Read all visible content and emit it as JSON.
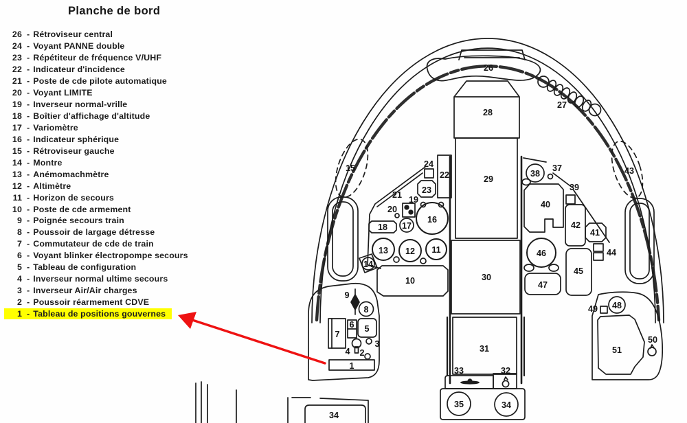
{
  "page": {
    "title": "Planche de bord"
  },
  "colors": {
    "ink": "#1c1c1c",
    "paper": "#fefefe",
    "highlight_yellow": "#ffff00",
    "arrow_red": "#ee1212"
  },
  "legend": {
    "separator": "-",
    "items": [
      {
        "num": "26",
        "label": "Rétroviseur central",
        "highlighted": false
      },
      {
        "num": "24",
        "label": "Voyant PANNE double",
        "highlighted": false
      },
      {
        "num": "23",
        "label": "Répétiteur de fréquence V/UHF",
        "highlighted": false
      },
      {
        "num": "22",
        "label": "Indicateur d'incidence",
        "highlighted": false
      },
      {
        "num": "21",
        "label": "Poste de cde pilote automatique",
        "highlighted": false
      },
      {
        "num": "20",
        "label": "Voyant LIMITE",
        "highlighted": false
      },
      {
        "num": "19",
        "label": "Inverseur normal-vrille",
        "highlighted": false
      },
      {
        "num": "18",
        "label": "Boîtier d'affichage d'altitude",
        "highlighted": false
      },
      {
        "num": "17",
        "label": "Variomètre",
        "highlighted": false
      },
      {
        "num": "16",
        "label": "Indicateur sphérique",
        "highlighted": false
      },
      {
        "num": "15",
        "label": "Rétroviseur gauche",
        "highlighted": false
      },
      {
        "num": "14",
        "label": "Montre",
        "highlighted": false
      },
      {
        "num": "13",
        "label": "Anémomachmètre",
        "highlighted": false
      },
      {
        "num": "12",
        "label": "Altimètre",
        "highlighted": false
      },
      {
        "num": "11",
        "label": "Horizon de secours",
        "highlighted": false
      },
      {
        "num": "10",
        "label": "Poste de cde armement",
        "highlighted": false
      },
      {
        "num": "9",
        "label": "Poignée secours train",
        "highlighted": false
      },
      {
        "num": "8",
        "label": "Poussoir de largage détresse",
        "highlighted": false
      },
      {
        "num": "7",
        "label": "Commutateur de cde de train",
        "highlighted": false
      },
      {
        "num": "6",
        "label": "Voyant blinker électropompe secours",
        "highlighted": false
      },
      {
        "num": "5",
        "label": "Tableau de configuration",
        "highlighted": false
      },
      {
        "num": "4",
        "label": "Inverseur normal ultime secours",
        "highlighted": false
      },
      {
        "num": "3",
        "label": "Inverseur Air/Air charges",
        "highlighted": false
      },
      {
        "num": "2",
        "label": "Poussoir réarmement CDVE",
        "highlighted": false
      },
      {
        "num": "1",
        "label": "Tableau de positions gouvernes",
        "highlighted": true
      }
    ]
  },
  "diagram": {
    "description": "Cockpit instrument panel line drawing with numbered components; red arrow links highlighted legend item 1 to panel 1 on the left console",
    "labels": {
      "l26": "26",
      "l27": "27",
      "l28": "28",
      "l29": "29",
      "l30": "30",
      "l31": "31",
      "l15": "15",
      "l43": "43",
      "l24": "24",
      "l22": "22",
      "l23": "23",
      "l21": "21",
      "l19": "19",
      "l20": "20",
      "l16": "16",
      "l17": "17",
      "l18": "18",
      "l13": "13",
      "l12": "12",
      "l11": "11",
      "l14": "14",
      "l10": "10",
      "l38": "38",
      "l37": "37",
      "l39": "39",
      "l40": "40",
      "l42": "42",
      "l41": "41",
      "l44": "44",
      "l46": "46",
      "l45": "45",
      "l47": "47",
      "l48": "48",
      "l49": "49",
      "l50": "50",
      "l51": "51",
      "l9": "9",
      "l8": "8",
      "l7": "7",
      "l6": "6",
      "l5": "5",
      "l4": "4",
      "l3": "3",
      "l2": "2",
      "l1": "1",
      "l33": "33",
      "l32": "32",
      "l35": "35",
      "l34c": "34",
      "l34b": "34"
    }
  }
}
